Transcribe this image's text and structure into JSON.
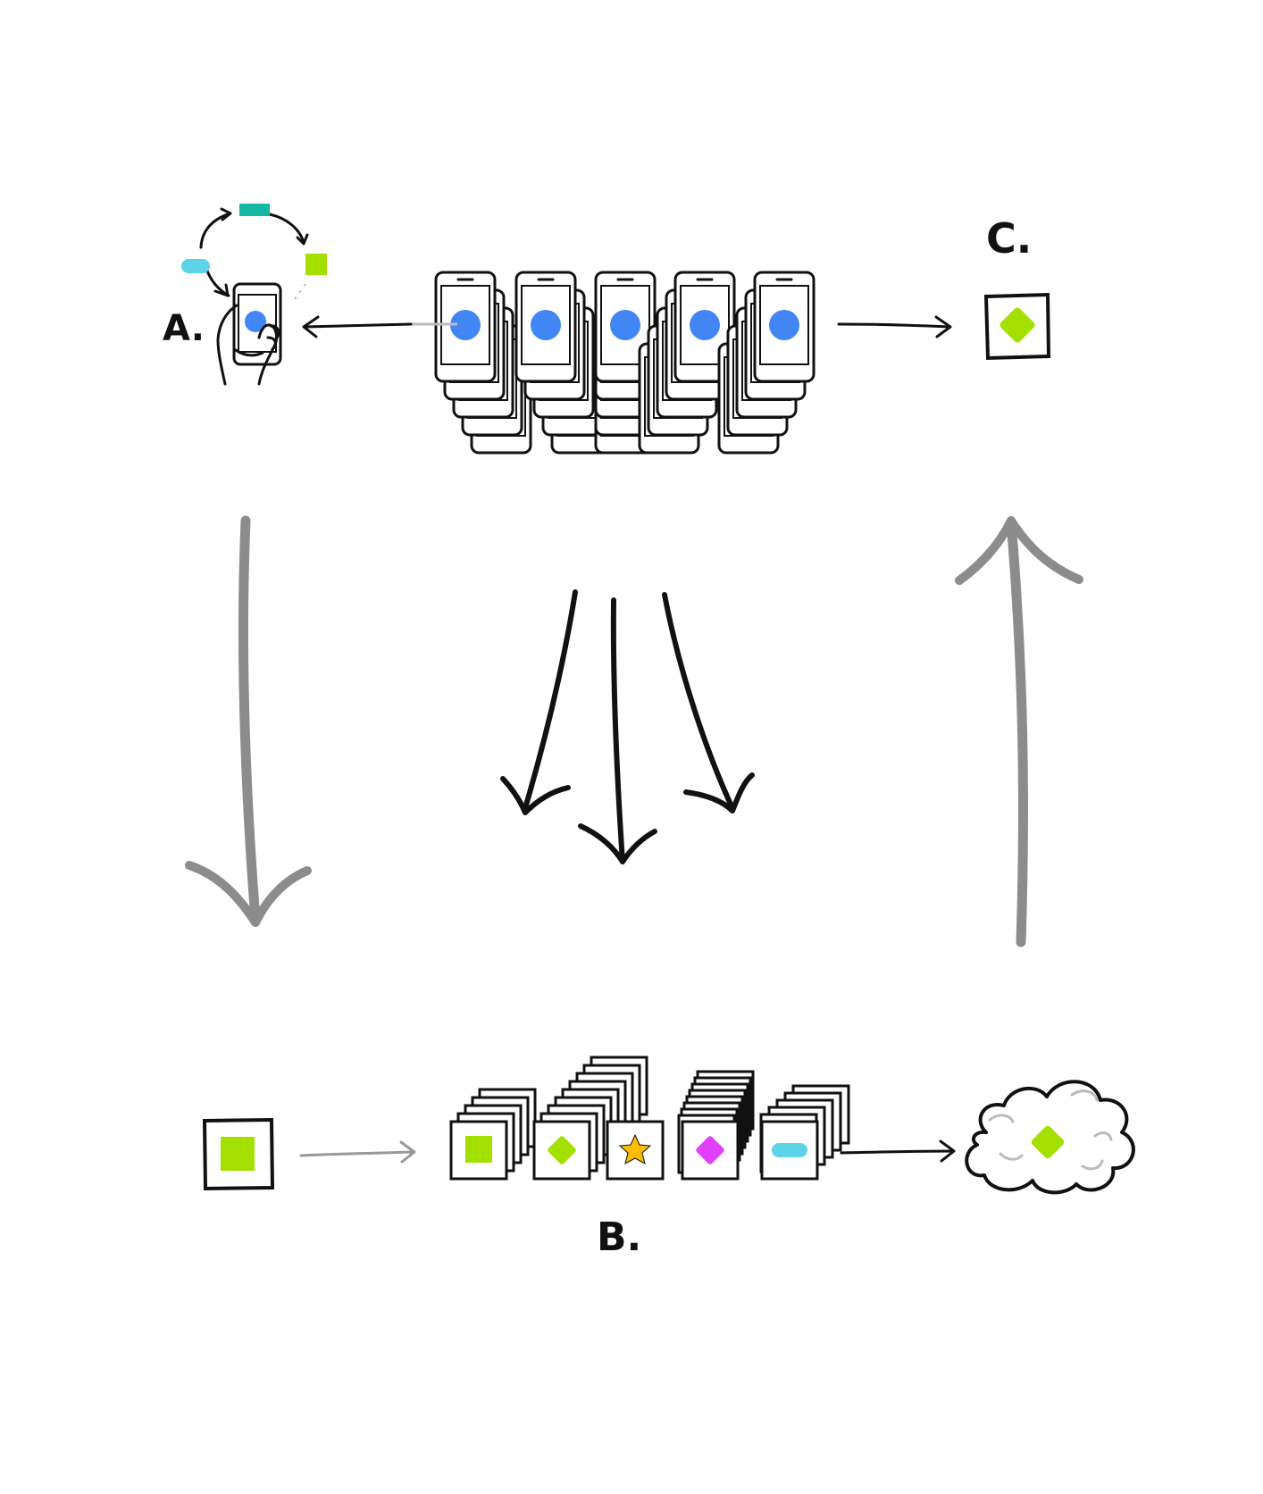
{
  "labels": {
    "a": "A.",
    "b": "B.",
    "c": "C."
  },
  "colors": {
    "ink": "#111111",
    "gray_arrow": "#8c8c8c",
    "phone_dot": "#4285f4",
    "lime": "#a3e000",
    "teal": "#17b8a3",
    "light_blue": "#5dd3e8",
    "star_yellow": "#fbbc04",
    "magenta": "#e040fb"
  },
  "icons": {
    "hand_phone": "hand-holding-phone-icon",
    "phone_fleet": "phone-fleet-icon",
    "model": "model-card-icon",
    "cloud": "cloud-icon"
  }
}
